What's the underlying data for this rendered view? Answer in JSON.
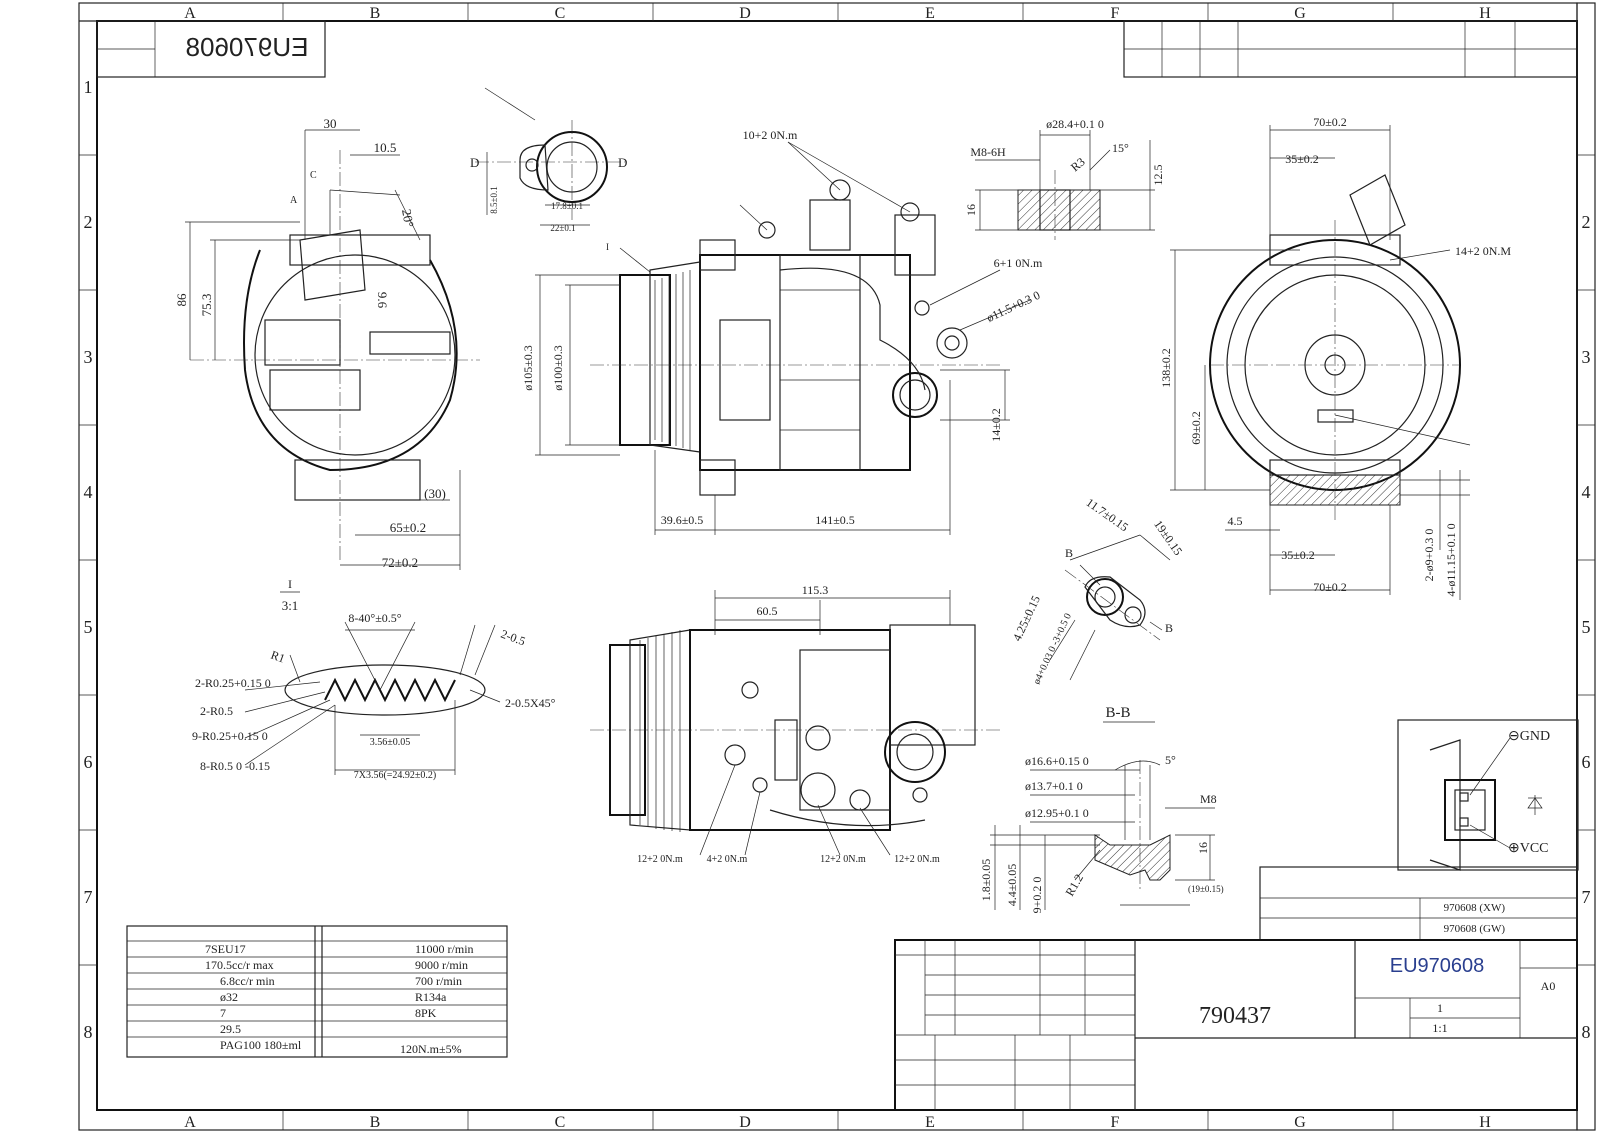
{
  "frame": {
    "columns": [
      "A",
      "B",
      "C",
      "D",
      "E",
      "F",
      "G",
      "H"
    ],
    "rows": [
      "1",
      "2",
      "3",
      "4",
      "5",
      "6",
      "7",
      "8"
    ]
  },
  "top_left_code": "EU970608",
  "left_view": {
    "dims": [
      "30",
      "10.5",
      "20°",
      "86",
      "75.3",
      "9.6",
      "(30)",
      "65±0.2",
      "72±0.2"
    ],
    "letters": [
      "A",
      "C"
    ]
  },
  "top_port_detail": {
    "section_mark": "D",
    "dims": [
      "8.5±0.1",
      "17.8±0.1",
      "22±0.1"
    ]
  },
  "center_view": {
    "torques": [
      "10+2 0N.m",
      "6+1 0N.m"
    ],
    "dims": [
      "ø105±0.3",
      "ø100±0.3",
      "ø11.5+0.3 0",
      "14±0.2",
      "39.6±0.5",
      "141±0.5"
    ],
    "detail_mark": "I"
  },
  "thread_detail": {
    "dims": [
      "ø28.4+0.1 0",
      "15°",
      "M8-6H",
      "R3",
      "12.5",
      "16"
    ]
  },
  "right_view": {
    "torque": "14+2 0N.M",
    "dims": [
      "70±0.2",
      "35±0.2",
      "138±0.2",
      "69±0.2",
      "4.5",
      "35±0.2",
      "70±0.2",
      "2-ø9+0.3 0",
      "4-ø11.15+0.1 0"
    ]
  },
  "groove_detail": {
    "title": "I",
    "scale": "3:1",
    "dims": [
      "8-40°±0.5°",
      "2-0.5",
      "R1",
      "2-R0.25+0.15 0",
      "2-R0.5",
      "9-R0.25+0.15 0",
      "8-R0.5 0 -0.15",
      "2-0.5X45°",
      "3.56±0.05",
      "7X3.56(=24.92±0.2)"
    ]
  },
  "bottom_view": {
    "dims": [
      "115.3",
      "60.5"
    ],
    "torques": [
      "12+2 0N.m",
      "4+2 0N.m",
      "12+2 0N.m",
      "12+2 0N.m"
    ]
  },
  "port_b_detail": {
    "section_mark": "B",
    "dims": [
      "11.7±0.15",
      "19±0.15",
      "4.25±0.15",
      "ø4+0.03 0 -3+0.5 0"
    ]
  },
  "section_bb": {
    "title": "B-B",
    "dims": [
      "ø16.6+0.15 0",
      "5°",
      "ø13.7+0.1 0",
      "ø12.95+0.1 0",
      "M8",
      "16",
      "1.8±0.05",
      "4.4±0.05",
      "9+0.2 0",
      "R1.2",
      "(19±0.15)"
    ]
  },
  "connector": {
    "gnd": "⊖GND",
    "vcc": "⊕VCC"
  },
  "spec_table": {
    "left": [
      "7SEU17",
      "170.5cc/r max",
      "6.8cc/r min",
      "ø32",
      "7",
      "29.5",
      "PAG100 180±ml"
    ],
    "right": [
      "11000 r/min",
      "9000 r/min",
      "700 r/min",
      "R134a",
      "8PK",
      "",
      "120N.m±5%"
    ]
  },
  "title_block": {
    "models": [
      "970608 (XW)",
      "970608 (GW)"
    ],
    "part_number": "790437",
    "drawing_number": "EU970608",
    "sheet_size": "A0",
    "sheet": "1",
    "scale": "1:1"
  }
}
